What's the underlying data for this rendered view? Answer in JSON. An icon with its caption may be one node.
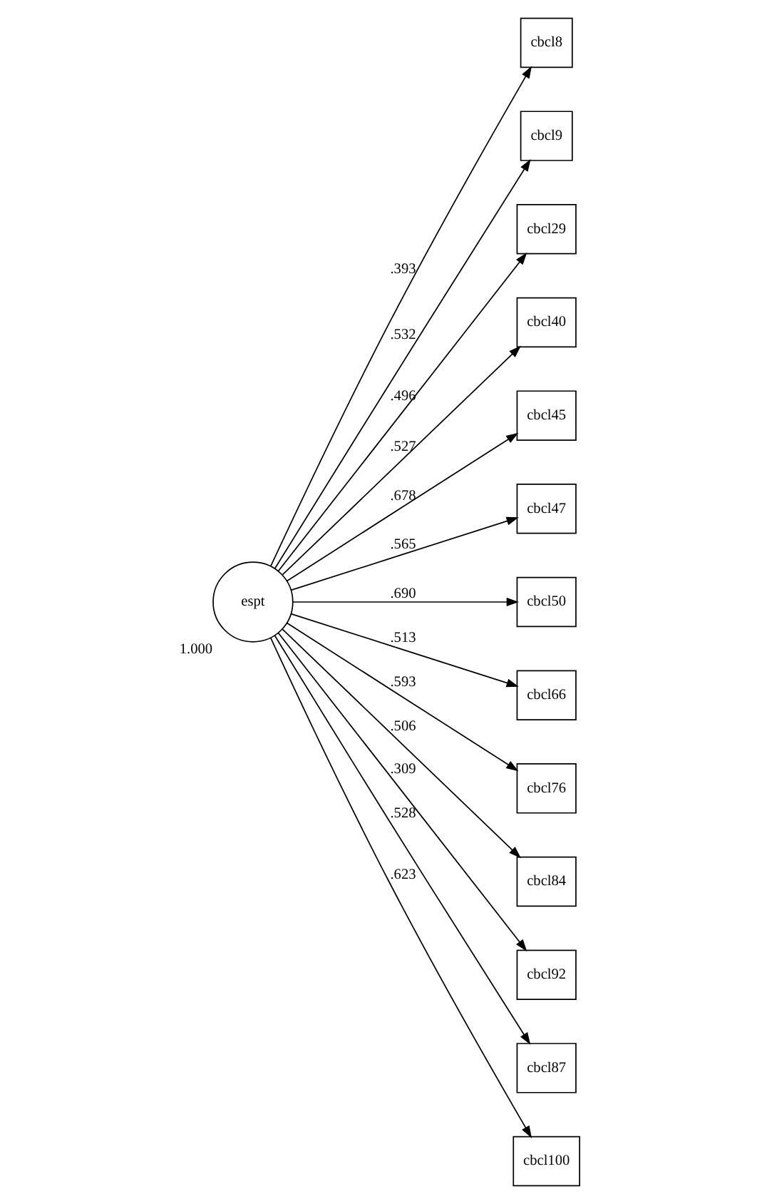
{
  "diagram": {
    "nodes": [
      {
        "text": [
          "espt"
        ],
        "beside": [
          "1.000"
        ]
      },
      {
        "text": [
          "cbcl8"
        ]
      },
      {
        "text": [
          "cbcl9"
        ]
      },
      {
        "text": [
          "cbcl29"
        ]
      },
      {
        "text": [
          "cbcl40"
        ]
      },
      {
        "text": [
          "cbcl45"
        ]
      },
      {
        "text": [
          "cbcl47"
        ]
      },
      {
        "text": [
          "cbcl50"
        ]
      },
      {
        "text": [
          "cbcl66"
        ]
      },
      {
        "text": [
          "cbcl76"
        ]
      },
      {
        "text": [
          "cbcl84"
        ]
      },
      {
        "text": [
          "cbcl92"
        ]
      },
      {
        "text": [
          "cbcl87"
        ]
      },
      {
        "text": [
          "cbcl100"
        ]
      }
    ],
    "edges": [
      {
        "from": 0,
        "to": 1,
        "arrow": "to",
        "label": ".393"
      },
      {
        "from": 0,
        "to": 2,
        "arrow": "to",
        "label": ".532"
      },
      {
        "from": 0,
        "to": 3,
        "arrow": "to",
        "label": ".496"
      },
      {
        "from": 0,
        "to": 4,
        "arrow": "to",
        "label": ".527"
      },
      {
        "from": 0,
        "to": 5,
        "arrow": "to",
        "label": ".678"
      },
      {
        "from": 0,
        "to": 6,
        "arrow": "to",
        "label": ".565"
      },
      {
        "from": 0,
        "to": 7,
        "arrow": "to",
        "label": ".690"
      },
      {
        "from": 0,
        "to": 8,
        "arrow": "to",
        "label": ".513"
      },
      {
        "from": 0,
        "to": 9,
        "arrow": "to",
        "label": ".593"
      },
      {
        "from": 0,
        "to": 10,
        "arrow": "to",
        "label": ".506"
      },
      {
        "from": 0,
        "to": 11,
        "arrow": "to",
        "label": ".309"
      },
      {
        "from": 0,
        "to": 12,
        "arrow": "to",
        "label": ".528"
      },
      {
        "from": 0,
        "to": 13,
        "arrow": "to",
        "label": ".623"
      }
    ]
  }
}
